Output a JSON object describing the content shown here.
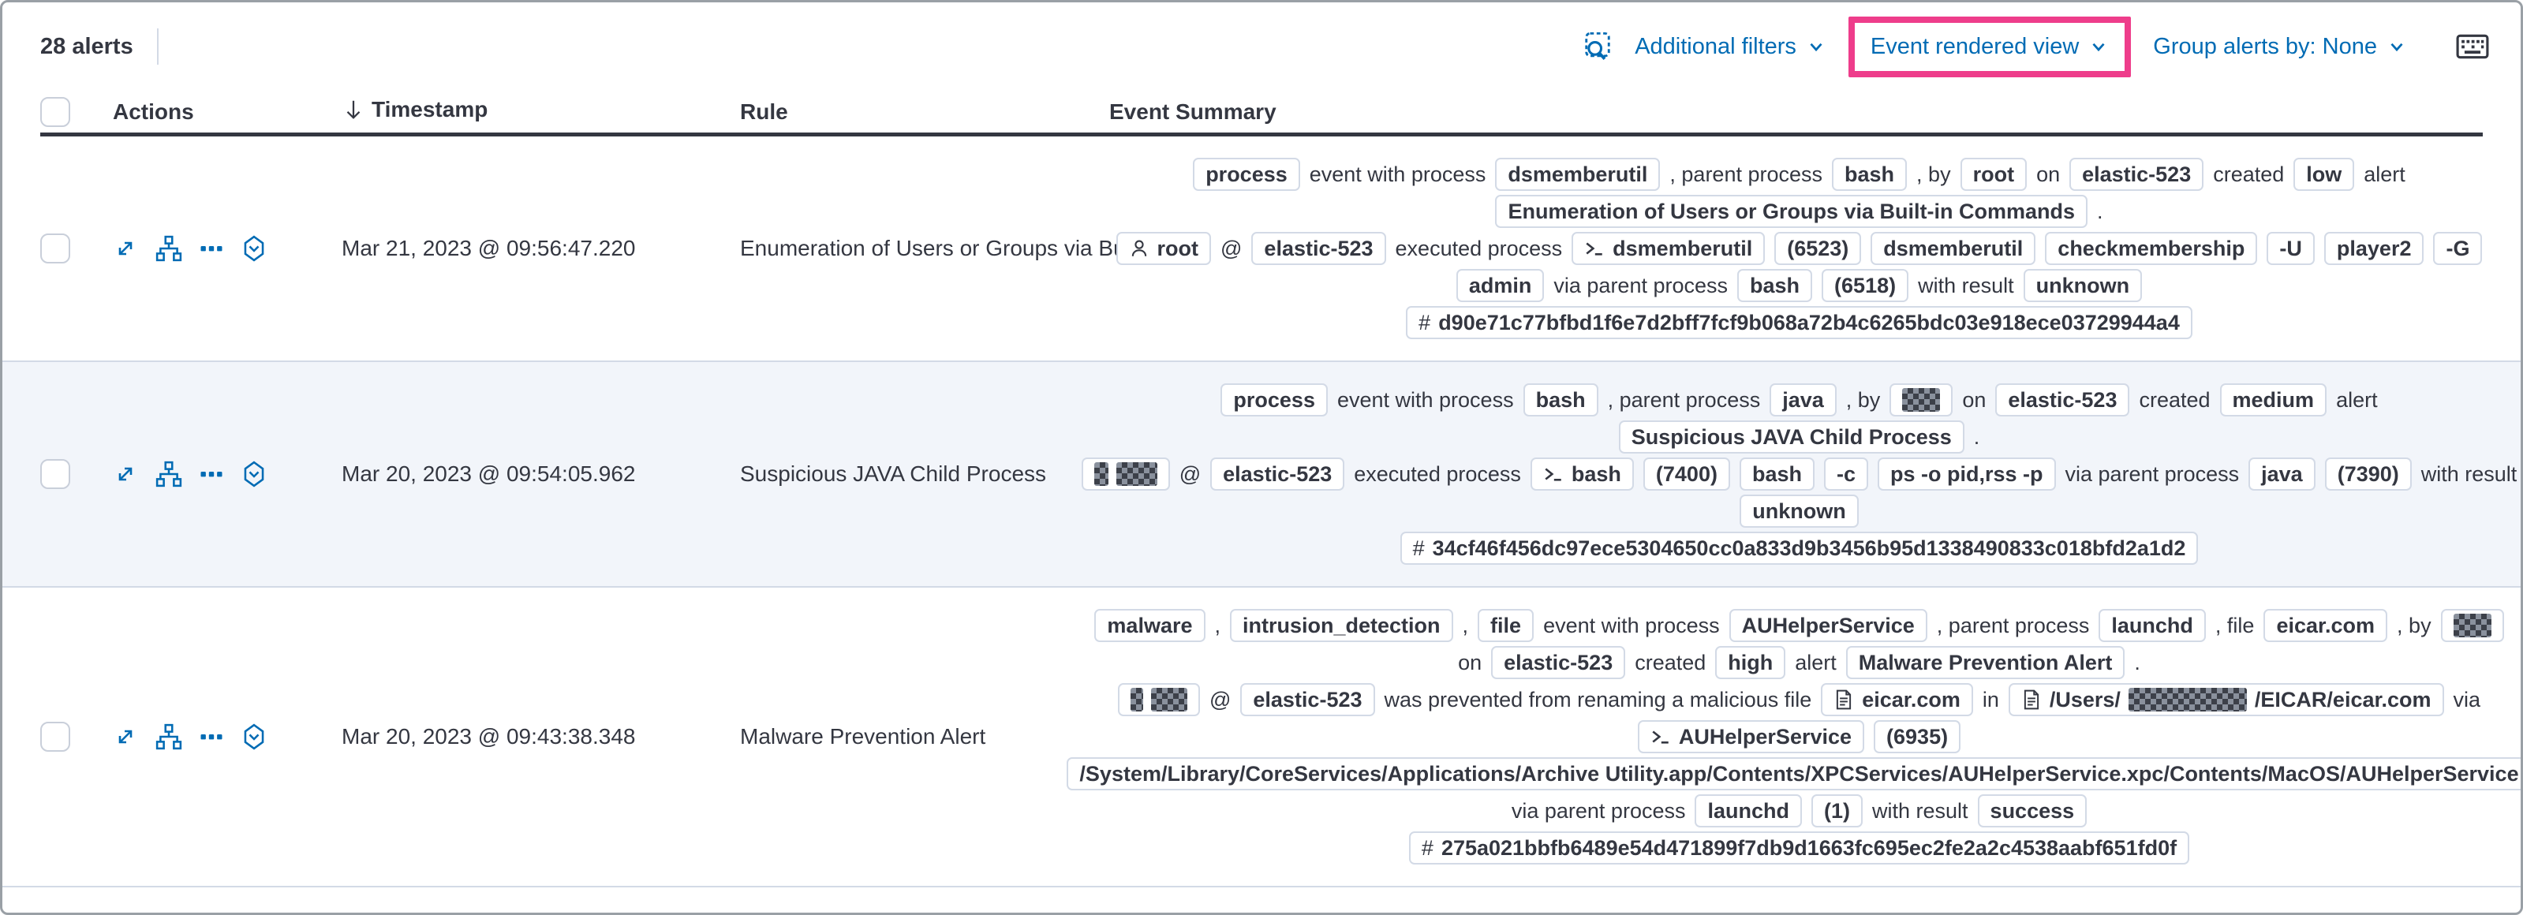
{
  "toolbar": {
    "alerts_count": "28 alerts",
    "additional_filters_label": "Additional filters",
    "view_selector_label": "Event rendered view",
    "group_by_label": "Group alerts by: None",
    "icons": {
      "inspect": "inspect-icon",
      "keyboard": "keyboard-icon",
      "chevron": "chevron-down-icon"
    },
    "colors": {
      "link": "#006bb4",
      "highlight": "#ee3d8b",
      "badge_border": "#d3dae6",
      "stripe": "#f2f5fa"
    }
  },
  "table": {
    "columns": {
      "actions": "Actions",
      "timestamp": "Timestamp",
      "rule": "Rule",
      "summary": "Event Summary"
    },
    "sort_icon": "sort-down-icon",
    "action_icons": [
      "expand-icon",
      "analyze-event-icon",
      "more-actions-icon",
      "timeline-icon"
    ],
    "rows": [
      {
        "timestamp": "Mar 21, 2023 @ 09:56:47.220",
        "rule": "Enumeration of Users or Groups via Bui",
        "striped": false,
        "summary": [
          [
            {
              "t": "badge",
              "v": "process"
            },
            {
              "t": "text",
              "v": "event with process"
            },
            {
              "t": "badge",
              "v": "dsmemberutil"
            },
            {
              "t": "text",
              "v": ", parent process"
            },
            {
              "t": "badge",
              "v": "bash"
            },
            {
              "t": "text",
              "v": ", by"
            },
            {
              "t": "badge",
              "v": "root"
            },
            {
              "t": "text",
              "v": "on"
            },
            {
              "t": "badge",
              "v": "elastic-523"
            },
            {
              "t": "text",
              "v": "created"
            },
            {
              "t": "badge",
              "v": "low"
            },
            {
              "t": "text",
              "v": "alert"
            }
          ],
          [
            {
              "t": "badge",
              "v": "Enumeration of Users or Groups via Built-in Commands"
            },
            {
              "t": "text",
              "v": "."
            }
          ],
          [
            {
              "t": "badge",
              "v": "root",
              "icon": "user-icon"
            },
            {
              "t": "text",
              "v": "@"
            },
            {
              "t": "badge",
              "v": "elastic-523"
            },
            {
              "t": "text",
              "v": "executed process"
            },
            {
              "t": "badge",
              "v": "dsmemberutil",
              "icon": "terminal-icon"
            },
            {
              "t": "badge",
              "v": "(6523)"
            },
            {
              "t": "badge",
              "v": "dsmemberutil"
            },
            {
              "t": "badge",
              "v": "checkmembership"
            },
            {
              "t": "badge",
              "v": "-U"
            },
            {
              "t": "badge",
              "v": "player2"
            },
            {
              "t": "badge",
              "v": "-G"
            }
          ],
          [
            {
              "t": "badge",
              "v": "admin"
            },
            {
              "t": "text",
              "v": "via parent process"
            },
            {
              "t": "badge",
              "v": "bash"
            },
            {
              "t": "badge",
              "v": "(6518)"
            },
            {
              "t": "text",
              "v": "with result"
            },
            {
              "t": "badge",
              "v": "unknown"
            }
          ],
          [
            {
              "t": "badge",
              "v": "d90e71c77bfbd1f6e7d2bff7fcf9b068a72b4c6265bdc03e918ece03729944a4",
              "icon": "hash-icon"
            }
          ]
        ]
      },
      {
        "timestamp": "Mar 20, 2023 @ 09:54:05.962",
        "rule": "Suspicious JAVA Child Process",
        "striped": true,
        "summary": [
          [
            {
              "t": "badge",
              "v": "process"
            },
            {
              "t": "text",
              "v": "event with process"
            },
            {
              "t": "badge",
              "v": "bash"
            },
            {
              "t": "text",
              "v": ", parent process"
            },
            {
              "t": "badge",
              "v": "java"
            },
            {
              "t": "text",
              "v": ", by"
            },
            {
              "t": "badge",
              "parts": [
                {
                  "r": 48
                }
              ]
            },
            {
              "t": "text",
              "v": "on"
            },
            {
              "t": "badge",
              "v": "elastic-523"
            },
            {
              "t": "text",
              "v": "created"
            },
            {
              "t": "badge",
              "v": "medium"
            },
            {
              "t": "text",
              "v": "alert"
            }
          ],
          [
            {
              "t": "badge",
              "v": "Suspicious JAVA Child Process"
            },
            {
              "t": "text",
              "v": "."
            }
          ],
          [
            {
              "t": "badge",
              "parts": [
                {
                  "r": 18
                },
                {
                  "r": 52
                }
              ]
            },
            {
              "t": "text",
              "v": "@"
            },
            {
              "t": "badge",
              "v": "elastic-523"
            },
            {
              "t": "text",
              "v": "executed process"
            },
            {
              "t": "badge",
              "v": "bash",
              "icon": "terminal-icon"
            },
            {
              "t": "badge",
              "v": "(7400)"
            },
            {
              "t": "badge",
              "v": "bash"
            },
            {
              "t": "badge",
              "v": "-c"
            },
            {
              "t": "badge",
              "v": "ps -o pid,rss -p"
            },
            {
              "t": "text",
              "v": "via parent process"
            },
            {
              "t": "badge",
              "v": "java"
            },
            {
              "t": "badge",
              "v": "(7390)"
            },
            {
              "t": "text",
              "v": "with result"
            }
          ],
          [
            {
              "t": "badge",
              "v": "unknown"
            }
          ],
          [
            {
              "t": "badge",
              "v": "34cf46f456dc97ece5304650cc0a833d9b3456b95d1338490833c018bfd2a1d2",
              "icon": "hash-icon"
            }
          ]
        ]
      },
      {
        "timestamp": "Mar 20, 2023 @ 09:43:38.348",
        "rule": "Malware Prevention Alert",
        "striped": false,
        "summary": [
          [
            {
              "t": "badge",
              "v": "malware"
            },
            {
              "t": "text",
              "v": ","
            },
            {
              "t": "badge",
              "v": "intrusion_detection"
            },
            {
              "t": "text",
              "v": ","
            },
            {
              "t": "badge",
              "v": "file"
            },
            {
              "t": "text",
              "v": "event with process"
            },
            {
              "t": "badge",
              "v": "AUHelperService"
            },
            {
              "t": "text",
              "v": ", parent process"
            },
            {
              "t": "badge",
              "v": "launchd"
            },
            {
              "t": "text",
              "v": ", file"
            },
            {
              "t": "badge",
              "v": "eicar.com"
            },
            {
              "t": "text",
              "v": ", by"
            },
            {
              "t": "badge",
              "parts": [
                {
                  "r": 48
                }
              ]
            }
          ],
          [
            {
              "t": "text",
              "v": "on"
            },
            {
              "t": "badge",
              "v": "elastic-523"
            },
            {
              "t": "text",
              "v": "created"
            },
            {
              "t": "badge",
              "v": "high"
            },
            {
              "t": "text",
              "v": "alert"
            },
            {
              "t": "badge",
              "v": "Malware Prevention Alert"
            },
            {
              "t": "text",
              "v": "."
            }
          ],
          [
            {
              "t": "badge",
              "parts": [
                {
                  "r": 16
                },
                {
                  "r": 46
                }
              ]
            },
            {
              "t": "text",
              "v": "@"
            },
            {
              "t": "badge",
              "v": "elastic-523"
            },
            {
              "t": "text",
              "v": "was prevented from renaming a malicious file"
            },
            {
              "t": "badge",
              "v": "eicar.com",
              "icon": "file-icon"
            },
            {
              "t": "text",
              "v": "in"
            },
            {
              "t": "badge",
              "icon": "file-icon",
              "parts": [
                {
                  "v": "/Users/"
                },
                {
                  "r": 150
                },
                {
                  "v": "/EICAR/eicar.com"
                }
              ]
            },
            {
              "t": "text",
              "v": "via"
            }
          ],
          [
            {
              "t": "badge",
              "v": "AUHelperService",
              "icon": "terminal-icon"
            },
            {
              "t": "badge",
              "v": "(6935)"
            }
          ],
          [
            {
              "t": "badge",
              "v": "/System/Library/CoreServices/Applications/Archive Utility.app/Contents/XPCServices/AUHelperService.xpc/Contents/MacOS/AUHelperService"
            }
          ],
          [
            {
              "t": "text",
              "v": "via parent process"
            },
            {
              "t": "badge",
              "v": "launchd"
            },
            {
              "t": "badge",
              "v": "(1)"
            },
            {
              "t": "text",
              "v": "with result"
            },
            {
              "t": "badge",
              "v": "success"
            }
          ],
          [
            {
              "t": "badge",
              "v": "275a021bbfb6489e54d471899f7db9d1663fc695ec2fe2a2c4538aabf651fd0f",
              "icon": "hash-icon"
            }
          ]
        ]
      }
    ]
  }
}
